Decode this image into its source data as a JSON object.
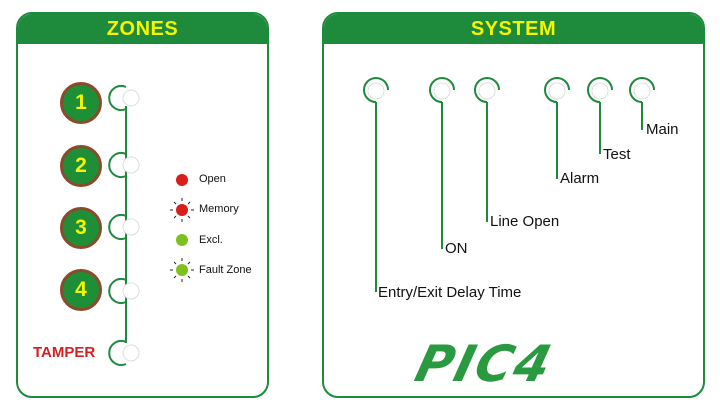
{
  "zones": {
    "title": "ZONES",
    "buttons": [
      {
        "label": "1"
      },
      {
        "label": "2"
      },
      {
        "label": "3"
      },
      {
        "label": "4"
      }
    ],
    "tamper_label": "TAMPER",
    "legend": [
      {
        "label": "Open",
        "icon": "red-dot",
        "color": "#d91e18"
      },
      {
        "label": "Memory",
        "icon": "red-blinking-dot",
        "color": "#d91e18"
      },
      {
        "label": "Excl.",
        "icon": "green-dot",
        "color": "#7cc11f"
      },
      {
        "label": "Fault Zone",
        "icon": "green-blinking-dot",
        "color": "#7cc11f"
      }
    ]
  },
  "system": {
    "title": "SYSTEM",
    "indicators": [
      {
        "label": "Entry/Exit Delay Time"
      },
      {
        "label": "ON"
      },
      {
        "label": "Line Open"
      },
      {
        "label": "Alarm"
      },
      {
        "label": "Test"
      },
      {
        "label": "Main"
      }
    ],
    "brand": "PIC4"
  },
  "colors": {
    "panel_green": "#1d8a3c",
    "title_yellow": "#f5f500",
    "tamper_red": "#d42020",
    "button_border": "#8b4a2b"
  }
}
